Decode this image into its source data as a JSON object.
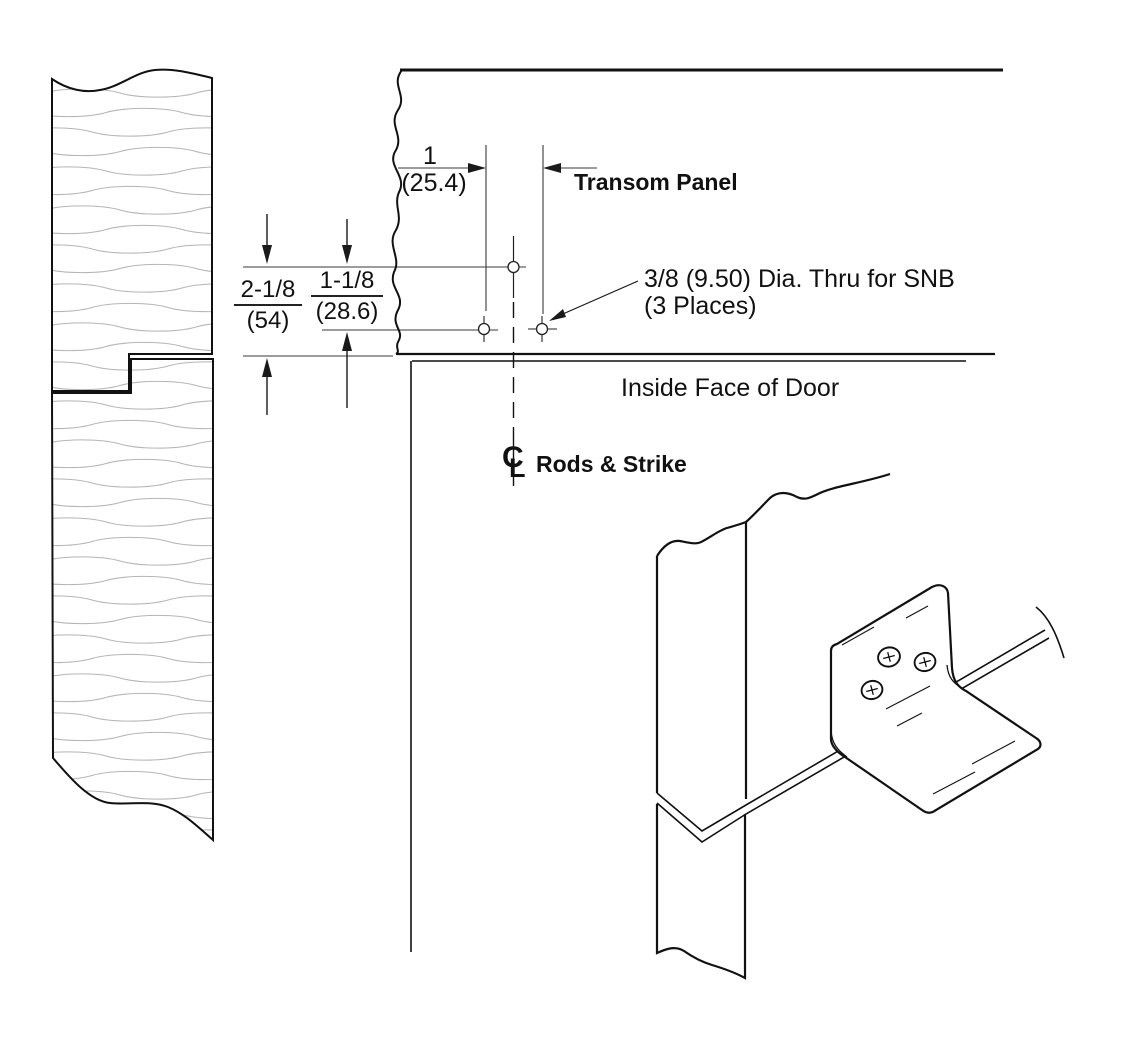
{
  "drawing": {
    "title_context": "Transom strike installation detail",
    "labels": {
      "transom_panel": "Transom Panel",
      "inside_face_of_door": "Inside Face of Door",
      "rods_and_strike": "Rods & Strike",
      "snb_note_line1": "3/8 (9.50) Dia. Thru for SNB",
      "snb_note_line2": "(3 Places)",
      "centerline_symbol_c": "C",
      "centerline_symbol_l": "L"
    },
    "dimensions": {
      "hole_offset_horizontal": {
        "value": "1",
        "metric": "(25.4)"
      },
      "top_hole_to_door_face": {
        "value": "2-1/8",
        "metric": "(54)"
      },
      "top_hole_to_lower_holes": {
        "value": "1-1/8",
        "metric": "(28.6)"
      }
    },
    "hole_count": "3",
    "colors": {
      "object_line": "#111111",
      "dimension_line": "#3a3a3a",
      "wood_texture": "#b5b5b5",
      "background": "#ffffff"
    },
    "icons": {
      "hole_marker": "circle-crosshair-icon",
      "screw_head": "phillips-screw-icon"
    }
  }
}
